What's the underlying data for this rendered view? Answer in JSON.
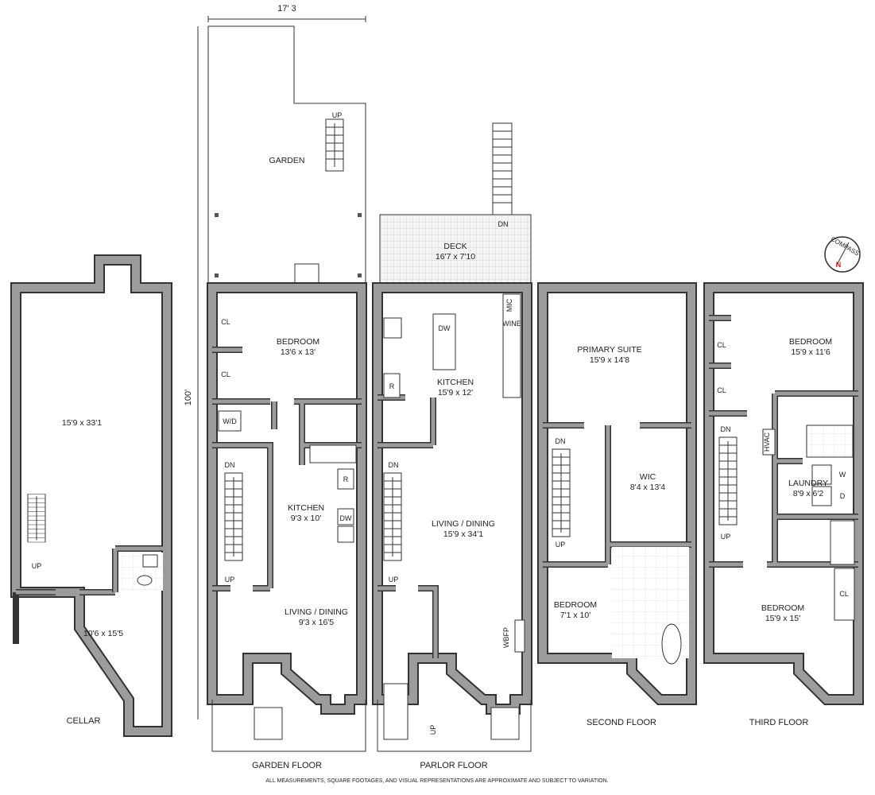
{
  "dimensions": {
    "width_label": "17' 3",
    "depth_label": "100'"
  },
  "garden_yard": {
    "label": "GARDEN",
    "stair": "UP"
  },
  "cellar": {
    "title": "CELLAR",
    "main_room": "15'9 x 33'1",
    "side_room": "10'6 x 15'5",
    "stair": "UP"
  },
  "garden_floor": {
    "title": "GARDEN FLOOR",
    "closet1": "CL",
    "closet2": "CL",
    "bedroom_name": "BEDROOM",
    "bedroom_size": "13'6 x 13'",
    "washer_dryer": "W/D",
    "stair_dn": "DN",
    "stair_up": "UP",
    "kitchen_name": "KITCHEN",
    "kitchen_size": "9'3 x 10'",
    "fridge": "R",
    "dishwasher": "DW",
    "living_name": "LIVING / DINING",
    "living_size": "9'3 x 16'5"
  },
  "parlor_floor": {
    "title": "PARLOR FLOOR",
    "deck_name": "DECK",
    "deck_size": "16'7 x 7'10",
    "deck_stair": "DN",
    "dishwasher": "DW",
    "microwave": "MIC",
    "wine": "WINE",
    "fridge": "R",
    "kitchen_name": "KITCHEN",
    "kitchen_size": "15'9 x 12'",
    "stair_dn": "DN",
    "stair_up": "UP",
    "living_name": "LIVING / DINING",
    "living_size": "15'9 x 34'1",
    "fireplace": "WBFP",
    "stoop_up": "UP"
  },
  "second_floor": {
    "title": "SECOND FLOOR",
    "suite_name": "PRIMARY SUITE",
    "suite_size": "15'9 x 14'8",
    "stair_dn": "DN",
    "stair_up": "UP",
    "wic_name": "WIC",
    "wic_size": "8'4 x 13'4",
    "bedroom_name": "BEDROOM",
    "bedroom_size": "7'1 x 10'"
  },
  "third_floor": {
    "title": "THIRD FLOOR",
    "closet1": "CL",
    "closet2": "CL",
    "closet3": "CL",
    "bedroom1_name": "BEDROOM",
    "bedroom1_size": "15'9 x 11'6",
    "stair_dn": "DN",
    "stair_up": "UP",
    "hvac": "HVAC",
    "laundry_name": "LAUNDRY",
    "laundry_size": "8'9 x 6'2",
    "washer": "W",
    "dryer": "D",
    "bedroom2_name": "BEDROOM",
    "bedroom2_size": "15'9 x 15'"
  },
  "compass": {
    "label": "COMPASS",
    "north": "N",
    "north_color": "#d0211c"
  },
  "disclaimer": "ALL MEASUREMENTS, SQUARE FOOTAGES, AND VISUAL REPRESENTATIONS ARE APPROXIMATE AND SUBJECT TO VARIATION."
}
